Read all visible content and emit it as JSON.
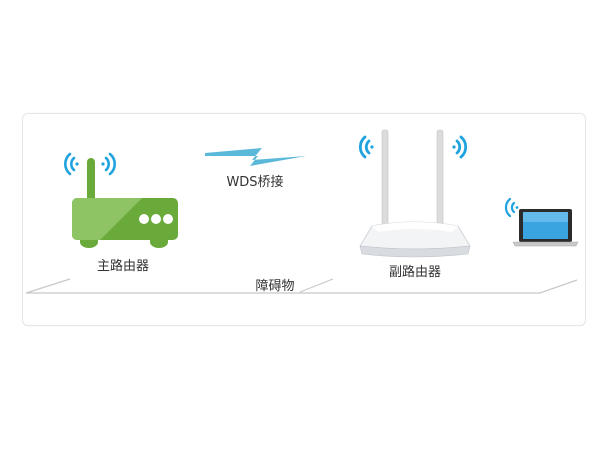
{
  "diagram": {
    "type": "network-topology",
    "nodes": [
      {
        "id": "main-router",
        "label": "主路由器",
        "style": "green-router"
      },
      {
        "id": "secondary-router",
        "label": "副路由器",
        "style": "white-dual-antenna-router"
      },
      {
        "id": "laptop",
        "label": "",
        "style": "laptop-client"
      }
    ],
    "links": [
      {
        "from": "main-router",
        "to": "secondary-router",
        "label": "WDS桥接",
        "style": "lightning-bolt"
      }
    ],
    "obstacle_label": "障碍物",
    "icons": {
      "wifi_signal": "wifi-waves-icon",
      "lightning": "lightning-bolt-icon"
    },
    "colors": {
      "router_green": "#6aaa3a",
      "router_green_light": "#86bd5a",
      "wifi_blue": "#1fa3de",
      "lightning_blue": "#5bb8d8",
      "frame_border": "#e6e6e6",
      "floor_line": "#c8c8c8",
      "laptop_screen": "#3aa4e0"
    }
  }
}
